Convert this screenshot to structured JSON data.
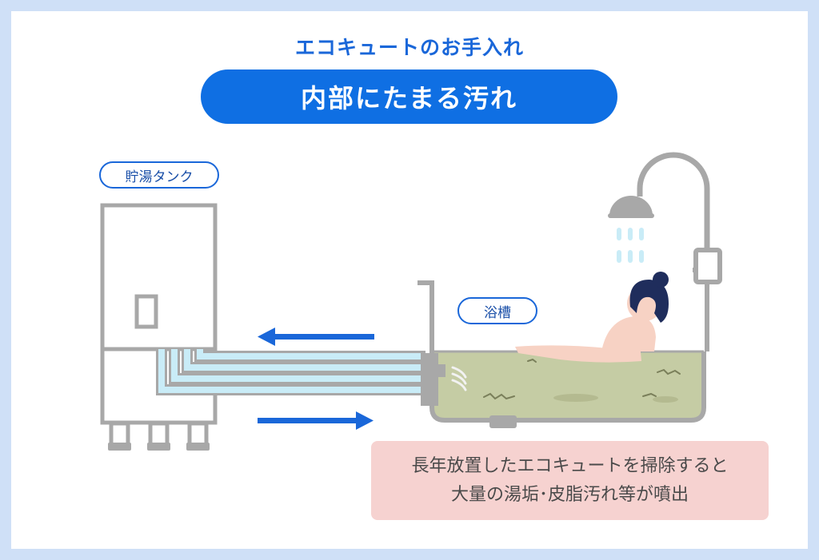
{
  "header": {
    "subtitle": "エコキュートのお手入れ",
    "title": "内部にたまる汚れ"
  },
  "labels": {
    "tank": "貯湯タンク",
    "bathtub": "浴槽"
  },
  "note": {
    "line1": "長年放置したエコキュートを掃除すると",
    "line2": "大量の湯垢･皮脂汚れ等が噴出"
  },
  "colors": {
    "frame": "#cfe0f7",
    "accent_blue": "#0f6fe3",
    "outline_gray": "#a8a8a8",
    "water": "#c5cca4",
    "water_pipe": "#c9ecf7",
    "note_bg": "#f6d2d0",
    "skin": "#f7d2c4",
    "hair": "#1f2d5c"
  },
  "icons": [
    "shower-icon",
    "arrow-left-icon",
    "arrow-right-icon",
    "person-bathing-icon"
  ]
}
